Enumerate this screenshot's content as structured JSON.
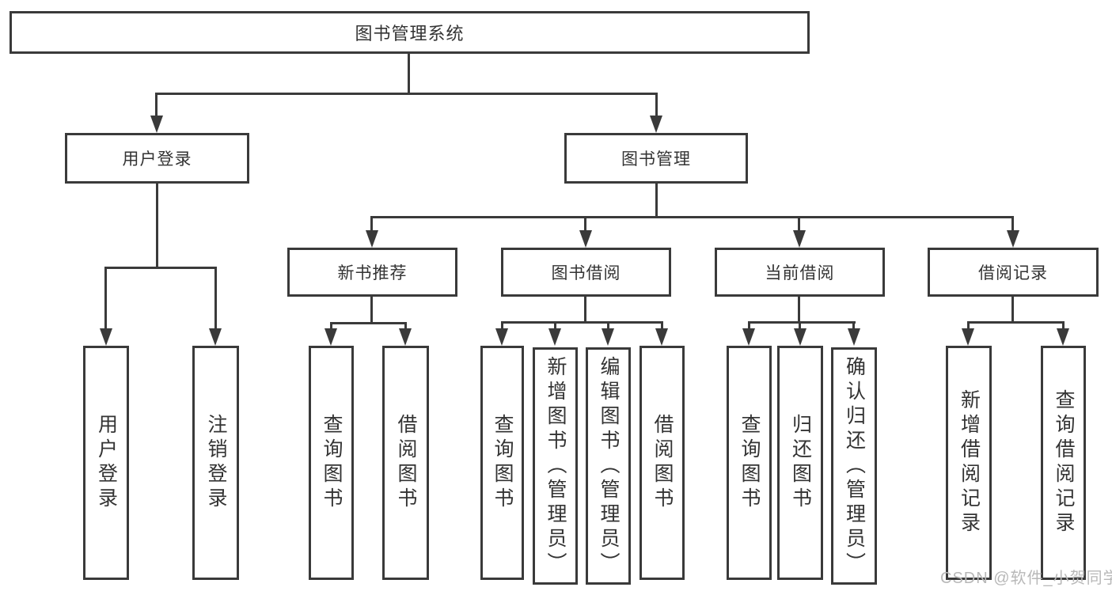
{
  "page": {
    "background": "#ffffff"
  },
  "diagram": {
    "line_color": "#3a3a3a",
    "text_color": "#333333",
    "root": {
      "label": "图书管理系统"
    },
    "level2": {
      "user_login": {
        "label": "用户登录"
      },
      "book_management": {
        "label": "图书管理"
      }
    },
    "level3": {
      "new_book_recommend": {
        "label": "新书推荐"
      },
      "book_borrowing": {
        "label": "图书借阅"
      },
      "current_borrowing": {
        "label": "当前借阅"
      },
      "borrowing_records": {
        "label": "借阅记录"
      }
    },
    "leaves": {
      "user_login": {
        "label": "用户登录"
      },
      "logout": {
        "label": "注销登录"
      },
      "query_books_1": {
        "label": "查询图书"
      },
      "borrow_books_1": {
        "label": "借阅图书"
      },
      "query_books_2": {
        "label": "查询图书"
      },
      "add_books_admin": {
        "label": "新增图书（管理员）"
      },
      "edit_books_admin": {
        "label": "编辑图书（管理员）"
      },
      "borrow_books_2": {
        "label": "借阅图书"
      },
      "query_books_3": {
        "label": "查询图书"
      },
      "return_books": {
        "label": "归还图书"
      },
      "confirm_return_admin": {
        "label": "确认归还（管理员）"
      },
      "add_borrow_record": {
        "label": "新增借阅记录"
      },
      "query_borrow_record": {
        "label": "查询借阅记录"
      }
    }
  },
  "watermark": {
    "text": "CSDN @软件_小贺同学",
    "color": "#b8b8b8"
  }
}
